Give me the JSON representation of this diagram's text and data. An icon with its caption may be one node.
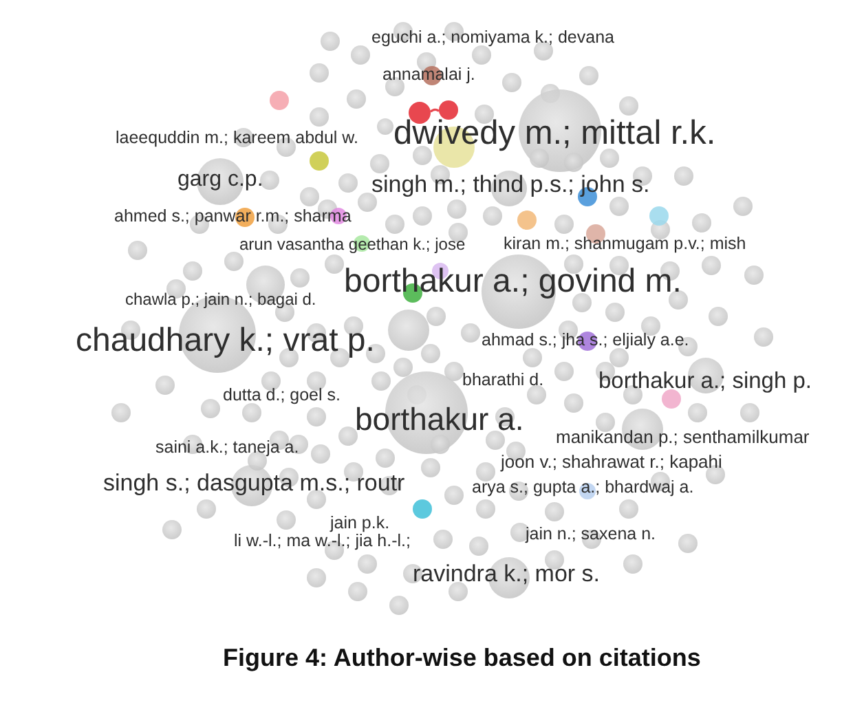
{
  "diagram": {
    "caption": "Figure 4: Author-wise based on citations",
    "nodes": [
      {
        "text": [],
        "shape": "circle"
      },
      {
        "text": [],
        "shape": "circle"
      }
    ],
    "edges": [
      {
        "from": 0,
        "to": 1,
        "arrow": "none",
        "color": "#e8474f"
      }
    ],
    "labels": [
      "eguchi a.; nomiyama k.; devana",
      "annamalai j.",
      "dwivedy m.; mittal r.k.",
      "laeequddin m.; kareem abdul w.",
      "garg c.p.",
      "singh m.; thind p.s.; john s.",
      "ahmed s.; panwar r.m.; sharma",
      "arun vasantha geethan k.; jose",
      "kiran m.; shanmugam p.v.; mish",
      "borthakur a.; govind m.",
      "chawla p.; jain n.; bagai d.",
      "chaudhary k.; vrat p.",
      "ahmad s.; jha s.; eljialy a.e.",
      "bharathi d.",
      "borthakur a.; singh p.",
      "dutta d.; goel s.",
      "borthakur a.",
      "manikandan p.; senthamilkumar",
      "saini a.k.; taneja a.",
      "joon v.; shahrawat r.; kapahi",
      "singh s.; dasgupta m.s.; routr",
      "arya s.; gupta a.; bhardwaj a.",
      "jain p.k.",
      "li w.-l.; ma w.-l.; jia h.-l.;",
      "jain n.; saxena n.",
      "ravindra k.; mor s."
    ]
  }
}
